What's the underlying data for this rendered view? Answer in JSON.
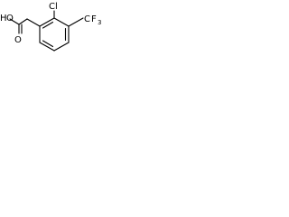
{
  "atoms": {
    "chlorine": "Cl",
    "hydroxyl_oxygen": "O",
    "hydroxyl_hydrogen": "H",
    "carbonyl_oxygen": "O",
    "trifluoromethyl_carbon": "C",
    "fluorine": "F",
    "fluorine_count": "3"
  }
}
